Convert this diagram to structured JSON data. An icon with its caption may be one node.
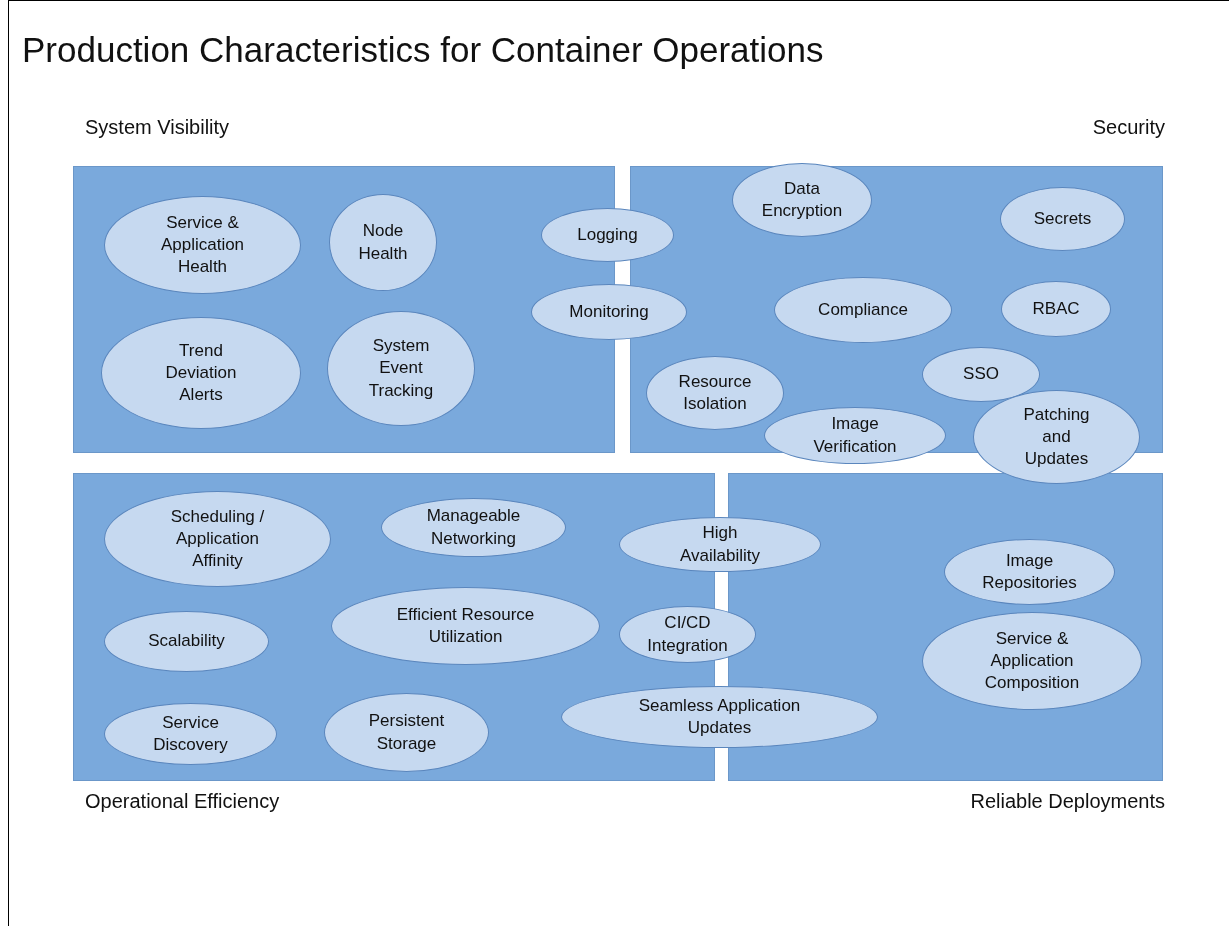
{
  "diagram": {
    "title": "Production Characteristics for Container Operations",
    "nodes": [
      {
        "text": [
          "System Visibility"
        ]
      },
      {
        "text": [
          "Service & Application Health"
        ],
        "in": 0
      },
      {
        "text": [
          "Node Health"
        ],
        "in": 0
      },
      {
        "text": [
          "Trend Deviation Alerts"
        ],
        "in": 0
      },
      {
        "text": [
          "System Event Tracking"
        ],
        "in": 0
      },
      {
        "text": [
          "Logging"
        ]
      },
      {
        "text": [
          "Monitoring"
        ]
      },
      {
        "text": [
          "Security"
        ]
      },
      {
        "text": [
          "Data Encryption"
        ],
        "in": 7
      },
      {
        "text": [
          "Secrets"
        ],
        "in": 7
      },
      {
        "text": [
          "Compliance"
        ],
        "in": 7
      },
      {
        "text": [
          "RBAC"
        ],
        "in": 7
      },
      {
        "text": [
          "SSO"
        ],
        "in": 7
      },
      {
        "text": [
          "Resource Isolation"
        ],
        "in": 7
      },
      {
        "text": [
          "Image Verification"
        ]
      },
      {
        "text": [
          "Patching and Updates"
        ]
      },
      {
        "text": [
          "Operational Efficiency"
        ]
      },
      {
        "text": [
          "Scheduling / Application Affinity"
        ],
        "in": 16
      },
      {
        "text": [
          "Manageable Networking"
        ],
        "in": 16
      },
      {
        "text": [
          "Scalability"
        ],
        "in": 16
      },
      {
        "text": [
          "Efficient Resource Utilization"
        ],
        "in": 16
      },
      {
        "text": [
          "Service Discovery"
        ],
        "in": 16
      },
      {
        "text": [
          "Persistent Storage"
        ],
        "in": 16
      },
      {
        "text": [
          "High Availability"
        ]
      },
      {
        "text": [
          "CI/CD Integration"
        ]
      },
      {
        "text": [
          "Seamless Application Updates"
        ]
      },
      {
        "text": [
          "Reliable Deployments"
        ]
      },
      {
        "text": [
          "Image Repositories"
        ],
        "in": 26
      },
      {
        "text": [
          "Service & Application Composition"
        ],
        "in": 26
      }
    ]
  }
}
